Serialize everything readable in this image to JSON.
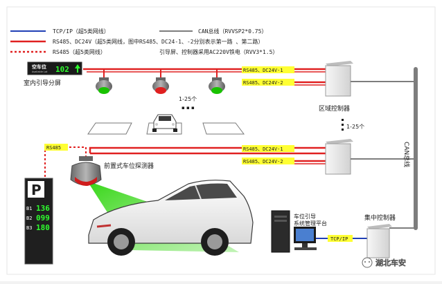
{
  "legend": {
    "tcp_ip": "TCP/IP（超5类网线）",
    "can_bus": "CAN总线（RVVSP2*0.75）",
    "rs485_dc24v": "RS485、DC24V（超5类网线，图中RS485、DC24-1、-2分别表示第一路 、第二路）",
    "rs485": "RS485（超5类网线）",
    "power_note": "引导屏、控制器采用AC220V铁电（RVV3*1.5）"
  },
  "colors": {
    "tcp_ip": "#1f3fb5",
    "can_bus": "#7d7d7d",
    "rs485_dc24v": "#e02020",
    "label_bg": "#ffff33",
    "sensor_led": "#19c200",
    "detector_beam": "#39d016"
  },
  "indoor_screen": {
    "panel_text": "空车位",
    "panel_subtext": "Available Lot",
    "count": "102",
    "arrow_icon": "arrow-up",
    "label": "室内引导分屏"
  },
  "sensor_range": "1-25个",
  "dots": "▪ ▪ ▪",
  "zone_controller": {
    "label": "区域控制器",
    "range": "1-25个",
    "line1": "RS485、DC24V-1",
    "line2": "RS485、DC24V-2",
    "line3": "RS485、DC24V-1",
    "line4": "RS485、DC24V-2"
  },
  "rs485_tag": "RS485",
  "front_detector": {
    "label": "前置式车位探测器"
  },
  "can_bus_label": "CAN总线",
  "outdoor_screen": {
    "symbol": "P",
    "rows": [
      {
        "code": "B1",
        "count": "136"
      },
      {
        "code": "B2",
        "count": "099"
      },
      {
        "code": "B3",
        "count": "180"
      }
    ]
  },
  "management_platform": {
    "line1": "车位引导",
    "line2": "系统管理平台",
    "link": "TCP/IP"
  },
  "central_controller": {
    "label": "集中控制器"
  },
  "watermark": {
    "brand": "湖北车安"
  }
}
